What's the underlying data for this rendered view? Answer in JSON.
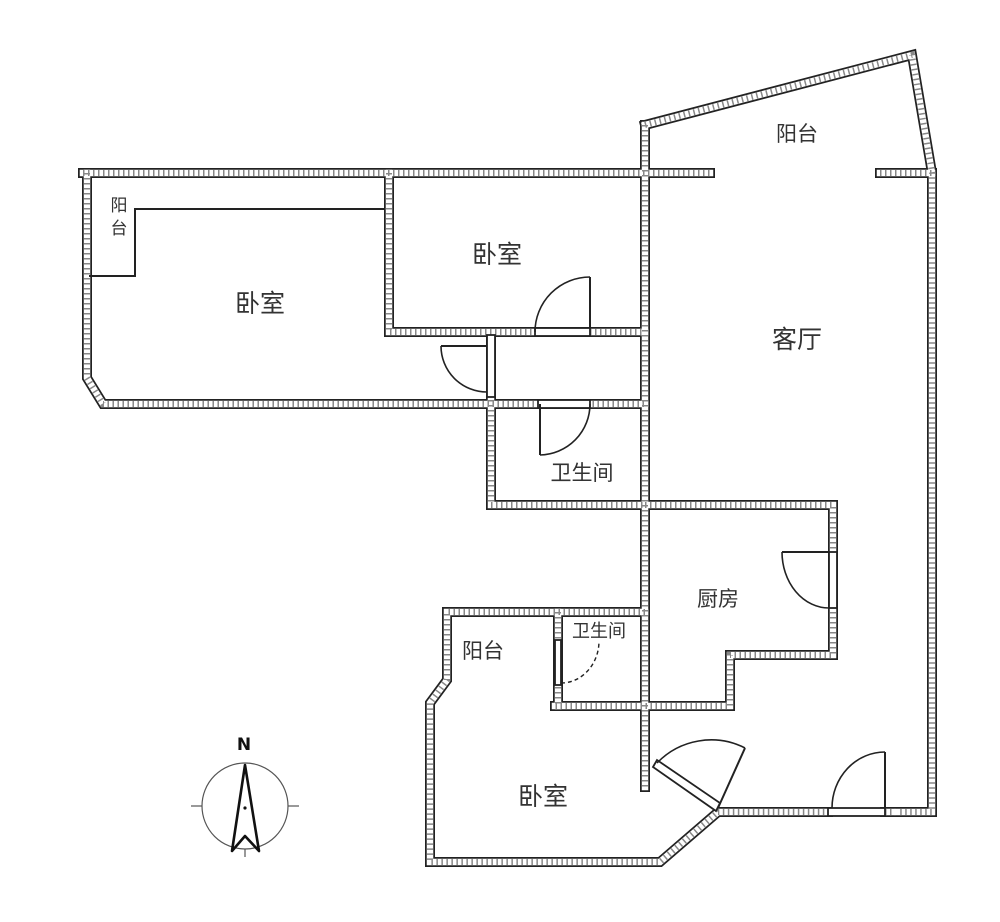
{
  "rooms": {
    "balcony_west": "阳台",
    "bedroom_west": "卧室",
    "bedroom_north": "卧室",
    "balcony_north": "阳台",
    "living_room": "客厅",
    "bathroom_1": "卫生间",
    "kitchen": "厨房",
    "bathroom_2": "卫生间",
    "balcony_south": "阳台",
    "bedroom_south": "卧室"
  },
  "compass": {
    "north_label": "N"
  },
  "colors": {
    "wall": "#222222",
    "hatch": "#888888",
    "background": "#ffffff"
  }
}
